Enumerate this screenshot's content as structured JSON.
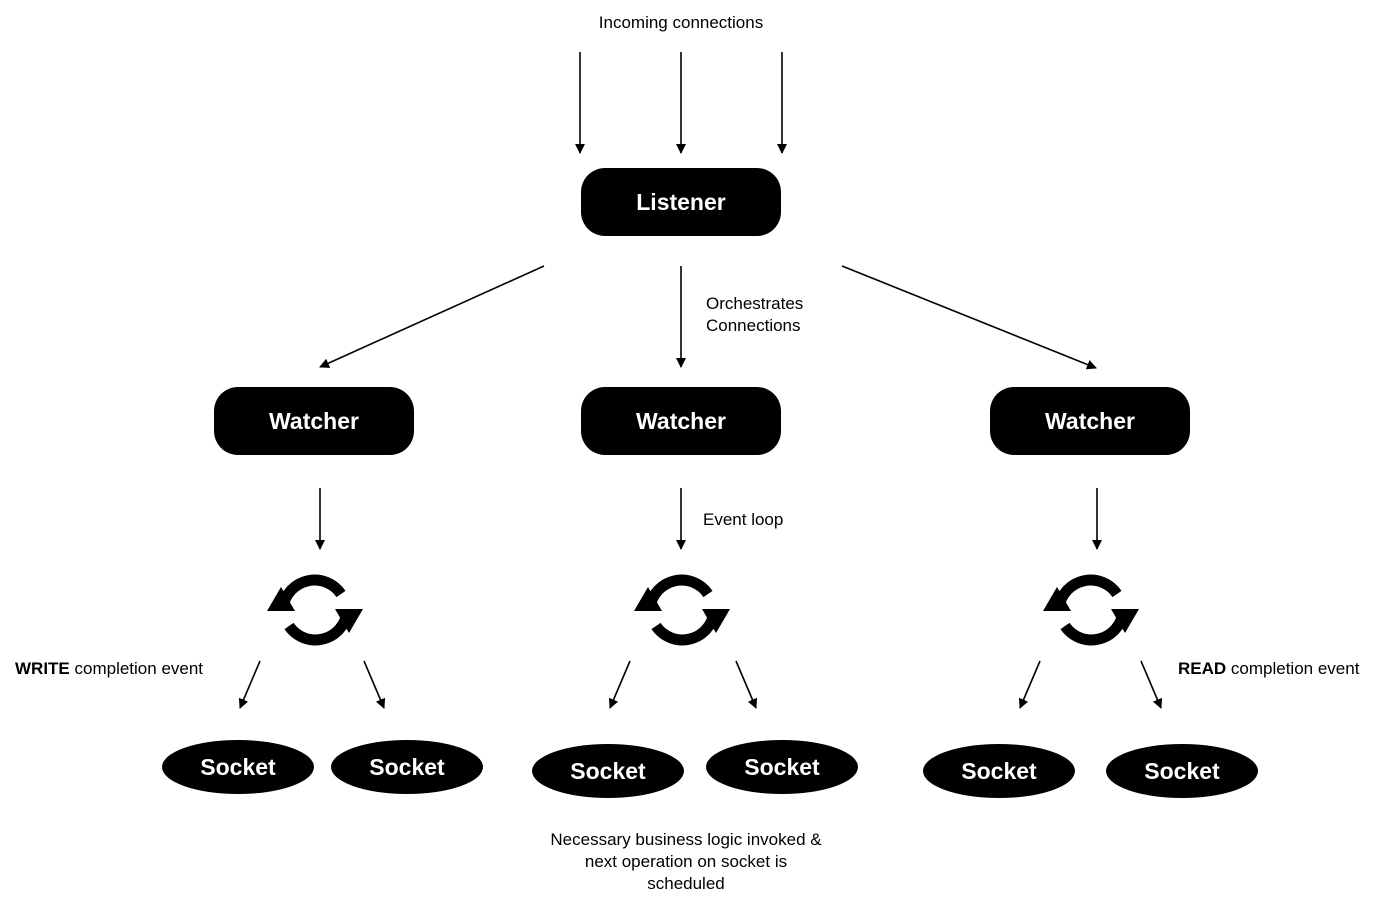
{
  "labels": {
    "incoming": "Incoming connections",
    "orchestrates_line1": "Orchestrates",
    "orchestrates_line2": "Connections",
    "event_loop": "Event loop",
    "write_strong": "WRITE",
    "write_rest": " completion event",
    "read_strong": "READ",
    "read_rest": " completion event",
    "business_line1": "Necessary business logic invoked &",
    "business_line2": "next operation on socket is",
    "business_line3": "scheduled"
  },
  "nodes": {
    "listener": "Listener",
    "watchers": [
      "Watcher",
      "Watcher",
      "Watcher"
    ],
    "sockets": [
      "Socket",
      "Socket",
      "Socket",
      "Socket",
      "Socket",
      "Socket"
    ]
  },
  "icons": {
    "event_loop": "refresh-cycle-icon"
  },
  "colors": {
    "node_fill": "#000000",
    "node_text": "#ffffff",
    "background": "#ffffff"
  }
}
